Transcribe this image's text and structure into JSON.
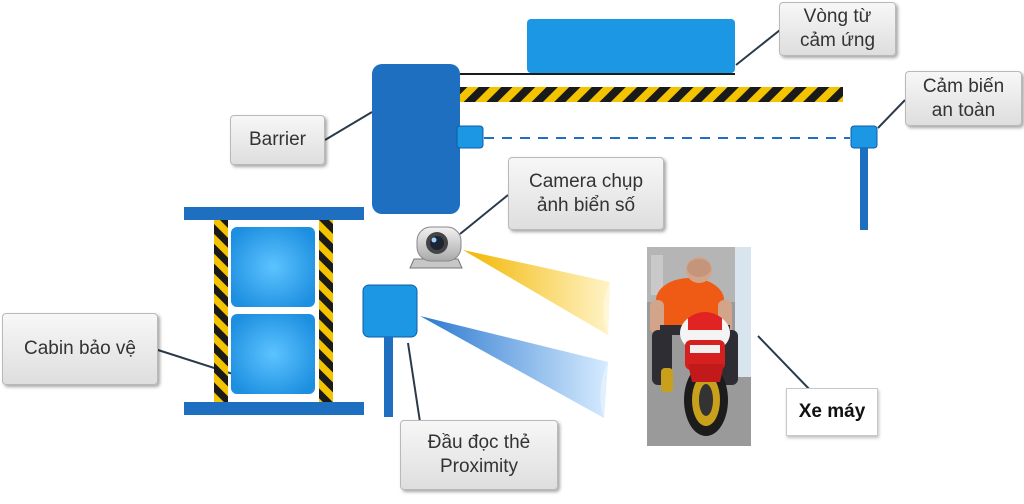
{
  "labels": {
    "vong_tu": [
      "Vòng từ",
      "cảm ứng"
    ],
    "cam_bien": [
      "Cảm biến",
      "an toàn"
    ],
    "barrier": "Barrier",
    "camera": [
      "Camera chụp",
      "ảnh biển số"
    ],
    "cabin": "Cabin bảo vệ",
    "dau_doc": [
      "Đầu đọc thẻ",
      "Proximity"
    ],
    "xe_may": "Xe máy"
  },
  "colors": {
    "blue_dark": "#1e6fc0",
    "blue_light": "#1b97e4",
    "hazard_black": "#1a1a1a",
    "hazard_yellow": "#f5c400",
    "beam_yellow": "#f2b600",
    "beam_blue": "#2a78cf",
    "leader": "#2b3a4a"
  },
  "icons": [
    "camera-icon",
    "motorbike-rider-icon"
  ]
}
